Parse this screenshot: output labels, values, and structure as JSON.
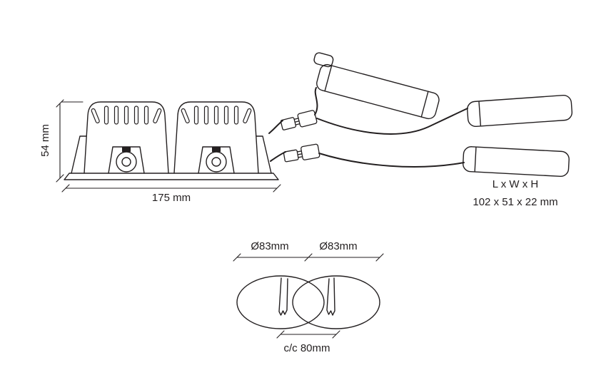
{
  "drawing": {
    "stroke_color": "#231f20",
    "background": "#ffffff"
  },
  "fixture_view": {
    "height_label": "54 mm",
    "width_label": "175 mm"
  },
  "driver_view": {
    "size_title": "L x W x H",
    "size_value": "102 x 51 x 22 mm"
  },
  "cutout_view": {
    "left_hole_label": "Ø83mm",
    "right_hole_label": "Ø83mm",
    "center_distance_label": "c/c 80mm"
  }
}
